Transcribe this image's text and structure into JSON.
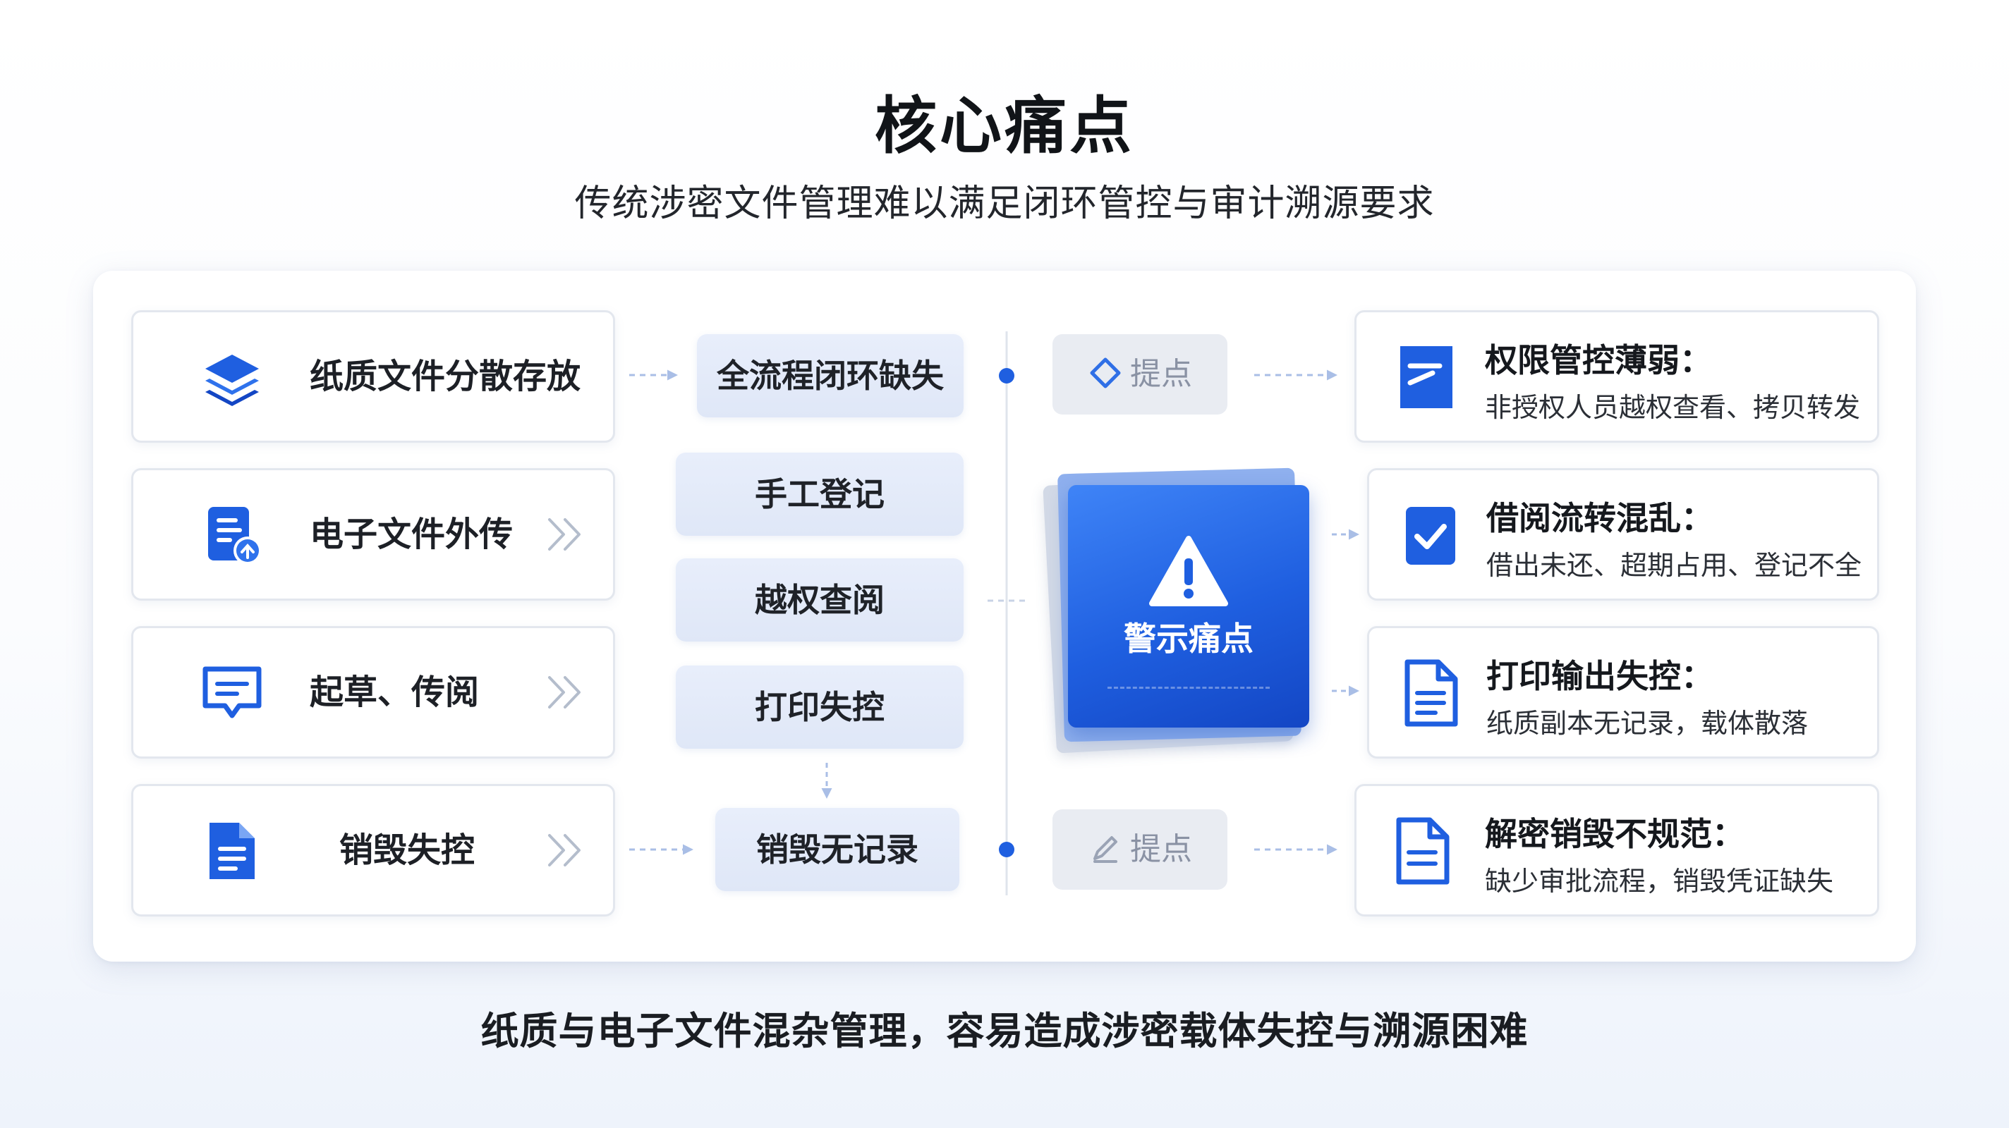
{
  "header": {
    "title": "核心痛点",
    "subtitle": "传统涉密文件管理难以满足闭环管控与审计溯源要求"
  },
  "left_items": [
    {
      "label": "纸质文件分散存放",
      "icon": "layers-icon"
    },
    {
      "label": "电子文件外传",
      "icon": "document-upload-icon"
    },
    {
      "label": "起草、传阅",
      "icon": "message-icon"
    },
    {
      "label": "销毁失控",
      "icon": "document-icon"
    }
  ],
  "middle_items": [
    "全流程闭环缺失",
    "手工登记",
    "越权查阅",
    "打印失控",
    "销毁无记录"
  ],
  "hint": {
    "top": "提点",
    "bottom": "提点"
  },
  "center": {
    "label": "警示痛点",
    "icon": "warning-icon"
  },
  "right_items": [
    {
      "title": "权限管控薄弱：",
      "desc": "非授权人员越权查看、拷贝转发",
      "icon": "edit-document-icon"
    },
    {
      "title": "借阅流转混乱：",
      "desc": "借出未还、超期占用、登记不全",
      "icon": "checkbox-icon"
    },
    {
      "title": "打印输出失控：",
      "desc": "纸质副本无记录，载体散落",
      "icon": "document-icon"
    },
    {
      "title": "解密销毁不规范：",
      "desc": "缺少审批流程，销毁凭证缺失",
      "icon": "document-icon"
    }
  ],
  "footer": "纸质与电子文件混杂管理，容易造成涉密载体失控与溯源困难",
  "colors": {
    "accent": "#1f5fe0",
    "accent_dark": "#1346c4",
    "box_bg": "#e3eaf8"
  }
}
